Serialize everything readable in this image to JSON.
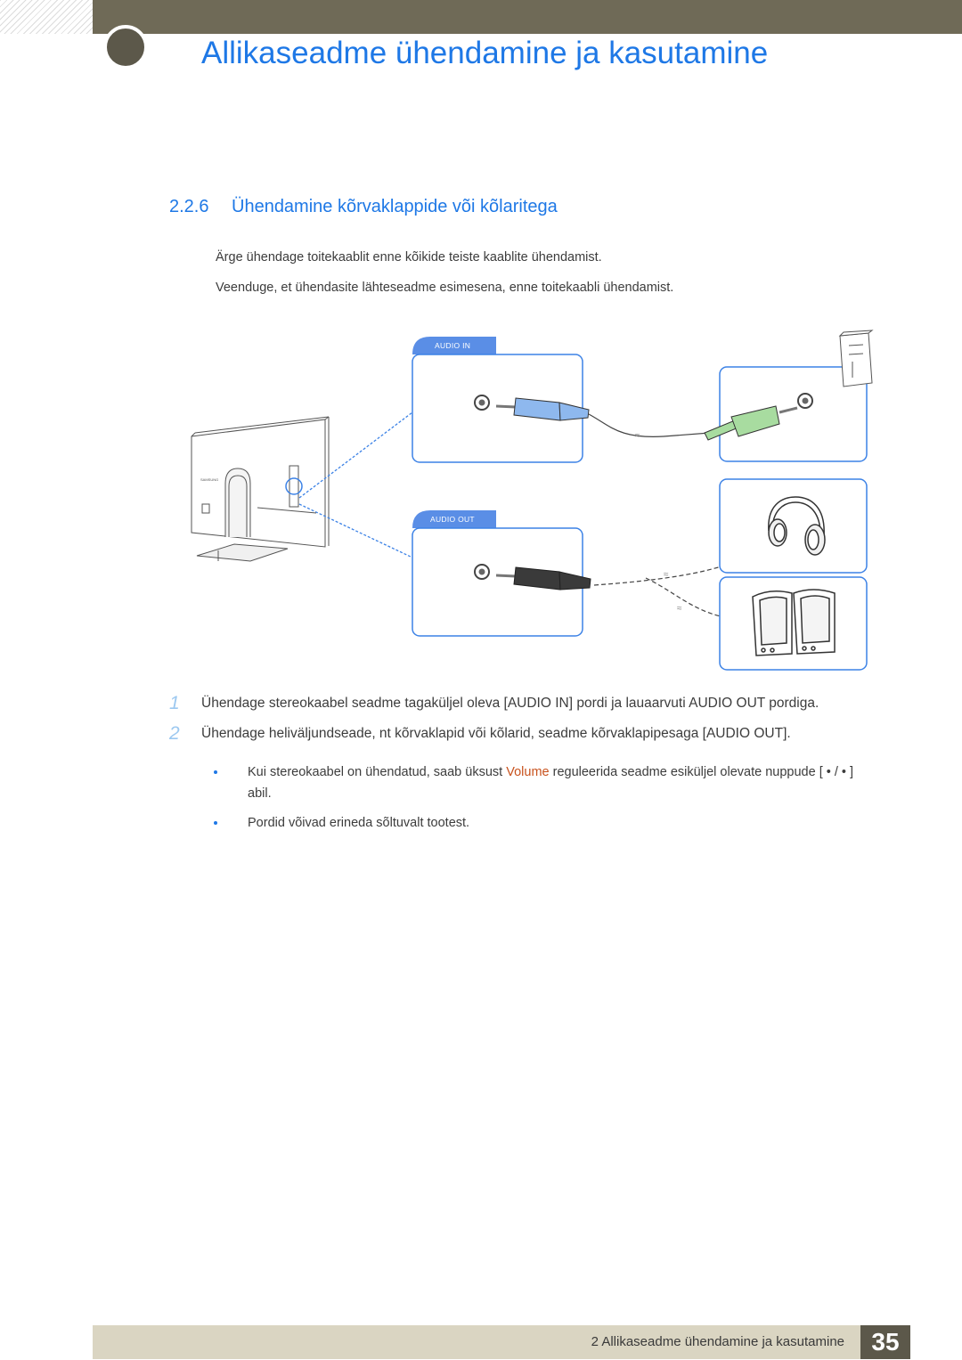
{
  "header": {
    "chapter_title": "Allikaseadme ühendamine ja kasutamine"
  },
  "section": {
    "number": "2.2.6",
    "title": "Ühendamine kõrvaklappide või kõlaritega"
  },
  "notes": [
    "Ärge ühendage toitekaablit enne kõikide teiste kaablite ühendamist.",
    "Veenduge, et ühendasite lähteseadme esimesena, enne toitekaabli ühendamist."
  ],
  "diagram": {
    "audio_in_label": "AUDIO IN",
    "audio_out_label": "AUDIO OUT",
    "brand_label": "SAMSUNG",
    "colors": {
      "frame": "#3c82e6",
      "plug_in": "#8eb8ee",
      "plug_pc": "#a8dca0",
      "plug_out": "#3a3a3a",
      "tab": "#5a8ee6"
    }
  },
  "steps": [
    {
      "num": "1",
      "text": "Ühendage stereokaabel seadme tagaküljel oleva [AUDIO IN] pordi ja lauaarvuti AUDIO OUT pordiga."
    },
    {
      "num": "2",
      "text": "Ühendage heliväljundseade, nt kõrvaklapid või kõlarid, seadme kõrvaklapipesaga [AUDIO OUT]."
    }
  ],
  "bullets": {
    "b1_pre": "Kui stereokaabel on ühendatud, saab üksust",
    "b1_highlight": "Volume",
    "b1_post": "reguleerida seadme esiküljel olevate nuppude [ • / • ] abil.",
    "b2": "Pordid võivad erineda sõltuvalt tootest."
  },
  "footer": {
    "text": "2 Allikaseadme ühendamine ja kasutamine",
    "page_number": "35"
  }
}
